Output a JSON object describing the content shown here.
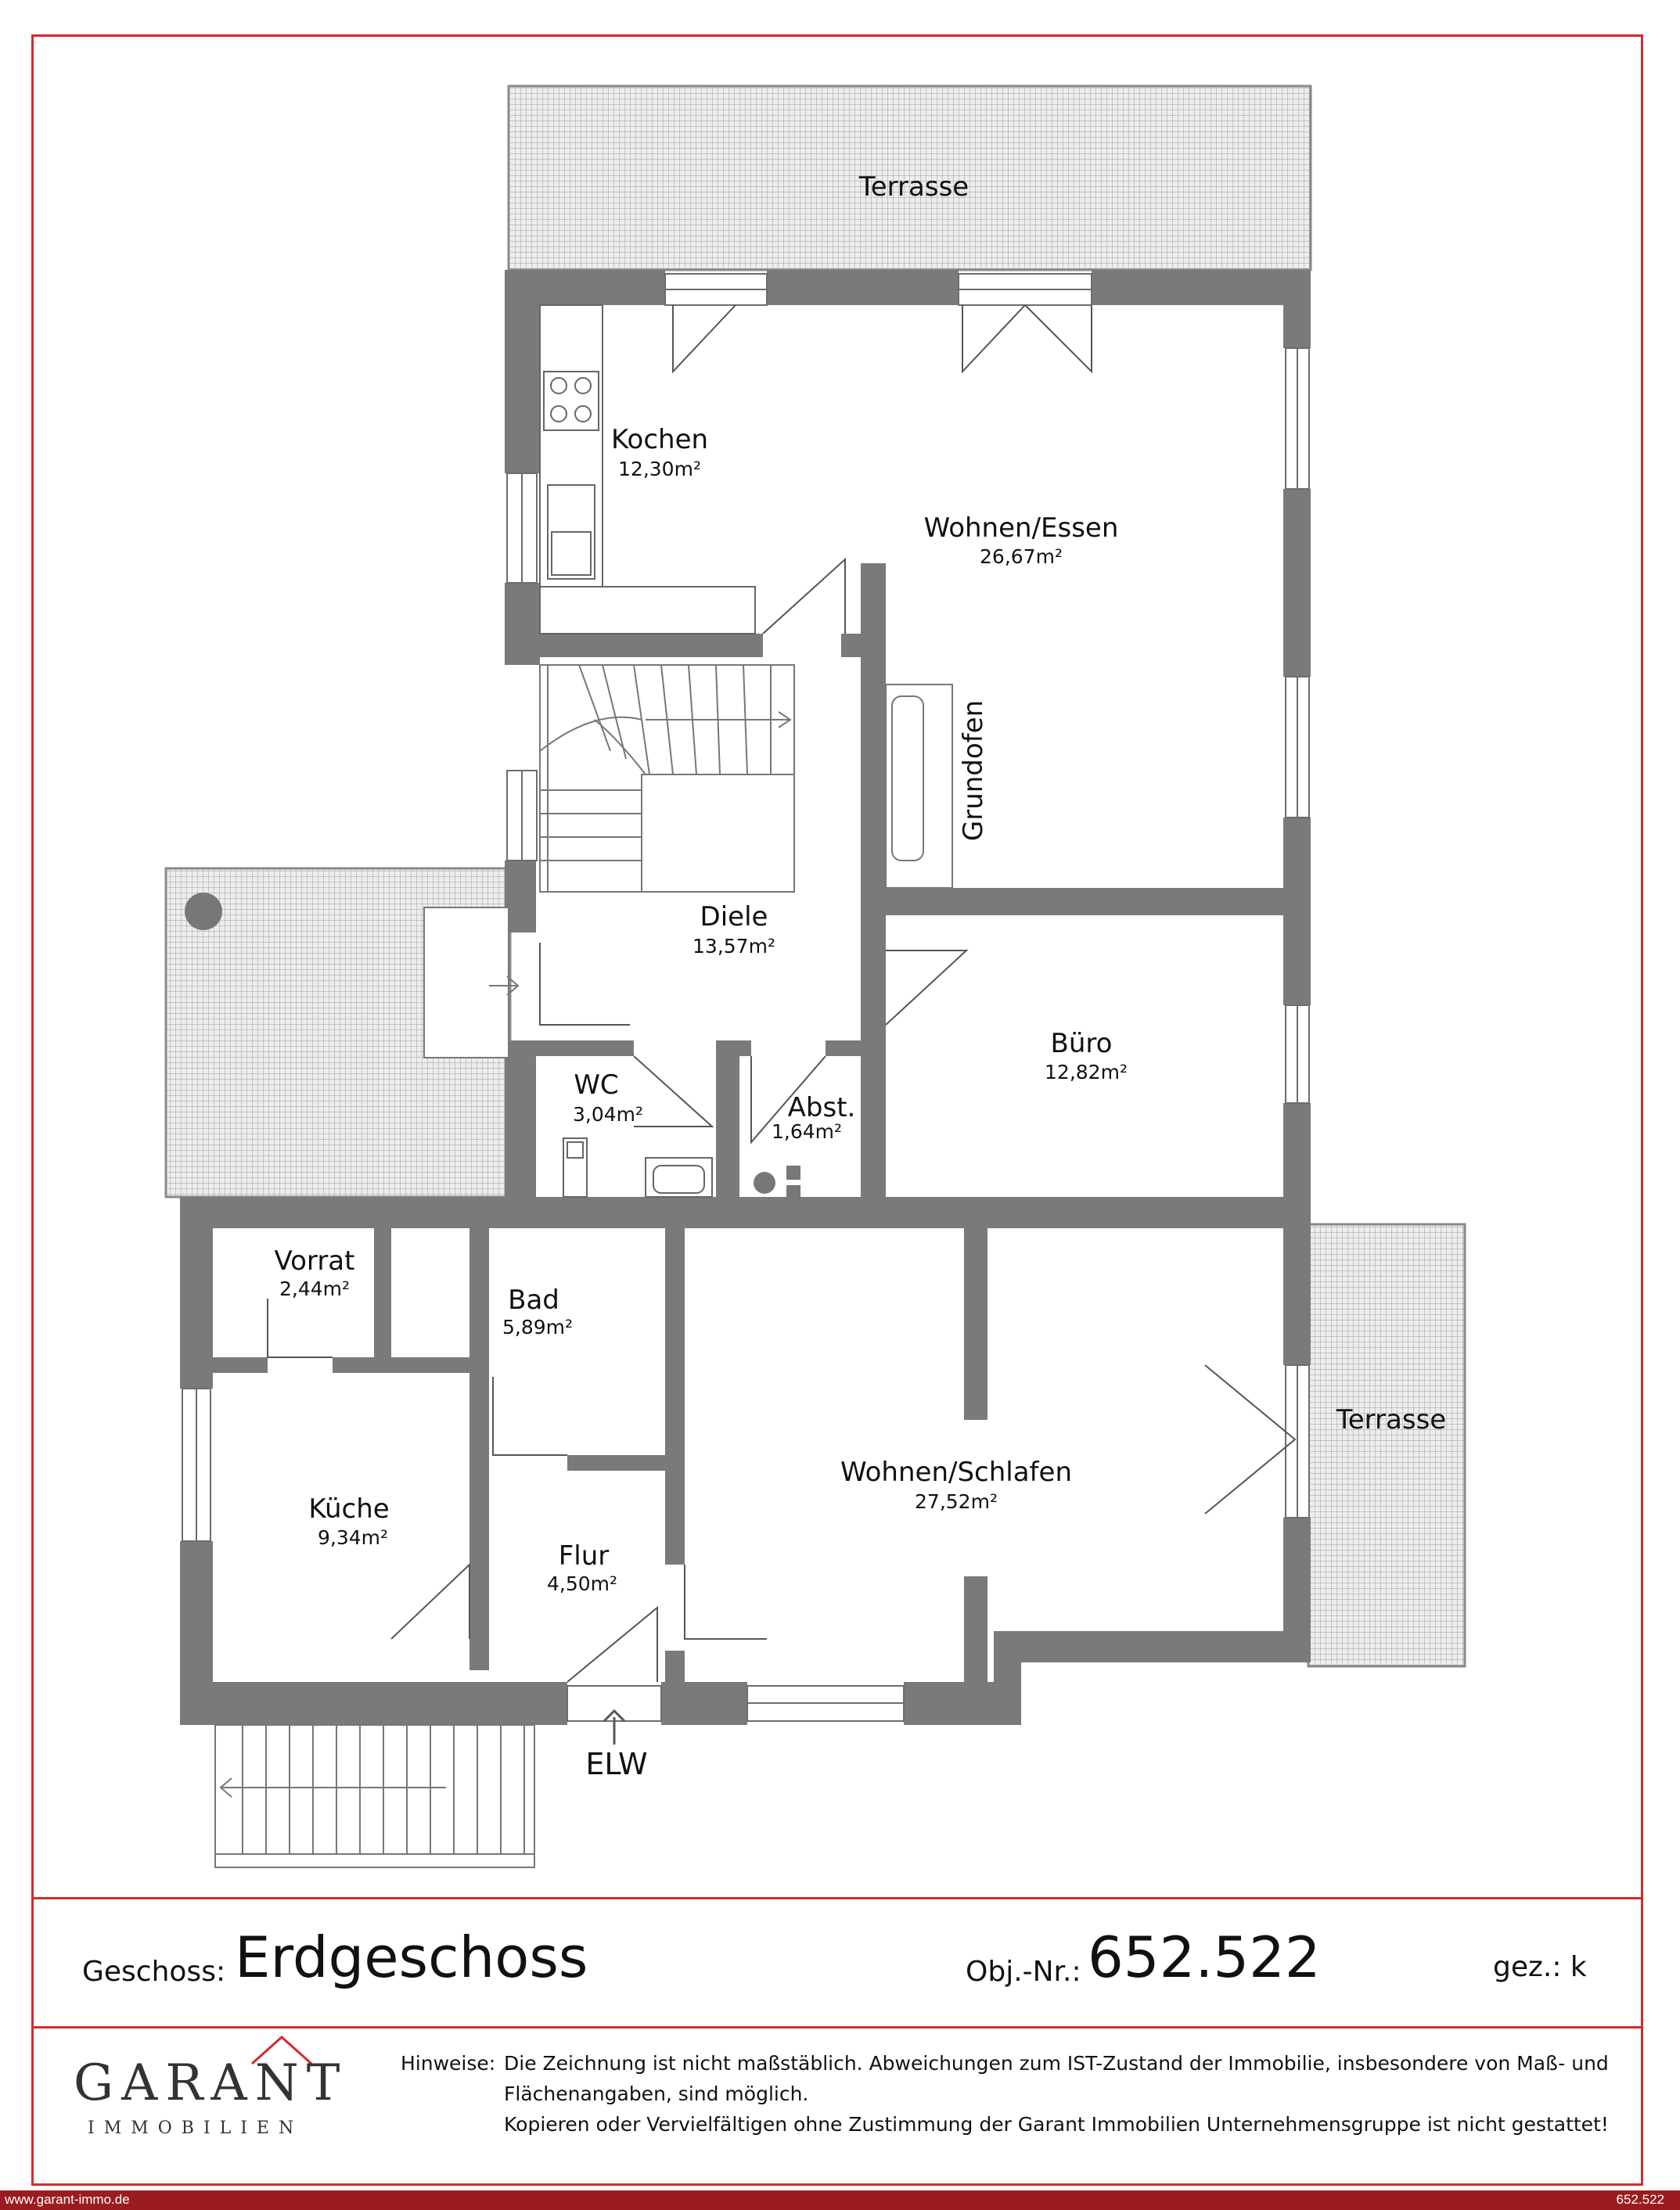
{
  "plan": {
    "rooms": [
      {
        "name": "Terrasse",
        "area": ""
      },
      {
        "name": "Kochen",
        "area": "12,30m²"
      },
      {
        "name": "Wohnen/Essen",
        "area": "26,67m²"
      },
      {
        "name": "Grundofen",
        "area": ""
      },
      {
        "name": "Diele",
        "area": "13,57m²"
      },
      {
        "name": "Büro",
        "area": "12,82m²"
      },
      {
        "name": "WC",
        "area": "3,04m²"
      },
      {
        "name": "Abst.",
        "area": "1,64m²"
      },
      {
        "name": "Vorrat",
        "area": "2,44m²"
      },
      {
        "name": "Bad",
        "area": "5,89m²"
      },
      {
        "name": "Wohnen/Schlafen",
        "area": "27,52m²"
      },
      {
        "name": "Terrasse",
        "area": ""
      },
      {
        "name": "Küche",
        "area": "9,34m²"
      },
      {
        "name": "Flur",
        "area": "4,50m²"
      }
    ],
    "entrance": "ELW"
  },
  "footer": {
    "geschoss_label": "Geschoss:",
    "geschoss_value": "Erdgeschoss",
    "obj_label": "Obj.-Nr.:",
    "obj_value": "652.522",
    "drawn_by": "gez.: k"
  },
  "company": {
    "logo_main": "GARANT",
    "logo_sub": "IMMOBILIEN",
    "notes_label": "Hinweise:",
    "note_1a": "Die Zeichnung ist nicht maßstäblich. Abweichungen zum IST-Zustand der Immobilie, insbesondere von Maß- und",
    "note_1b": "Flächenangaben, sind möglich.",
    "note_2": "Kopieren oder Vervielfältigen ohne Zustimmung der Garant Immobilien Unternehmensgruppe ist nicht gestattet!"
  },
  "bottom_bar": {
    "url": "www.garant-immo.de",
    "number": "652.522"
  },
  "colors": {
    "wall": "#7a7a7a",
    "frame": "#d32a2f",
    "bottom_bar": "#9b1c20"
  }
}
